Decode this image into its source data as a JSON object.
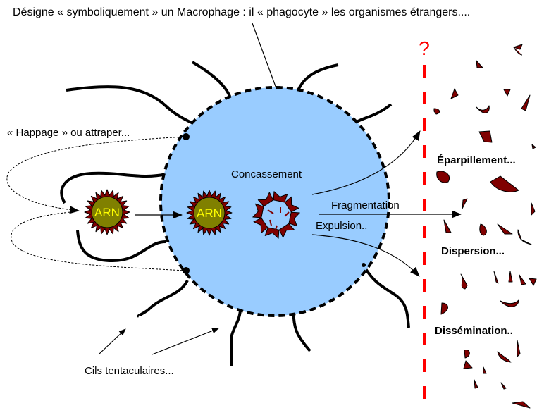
{
  "title": "Désigne « symboliquement » un Macrophage : il « phagocyte » les organismes étrangers....",
  "labels": {
    "happage": "« Happage » ou attraper...",
    "concassement": "Concassement",
    "fragmentation": "Fragmentation",
    "expulsion": "Expulsion..",
    "cils": "Cils tentaculaires...",
    "question_mark": "?",
    "eparpillement": "Éparpillement...",
    "dispersion": "Dispersion...",
    "dissemination": "Dissémination.."
  },
  "arn": {
    "outside_label": "ARN",
    "inside_label": "ARN"
  },
  "colors": {
    "macrophage_fill": "#99ccff",
    "fragment_fill": "#800000",
    "arn_core": "#808000",
    "arn_text": "#ffff00",
    "barrier": "#ff0000"
  }
}
